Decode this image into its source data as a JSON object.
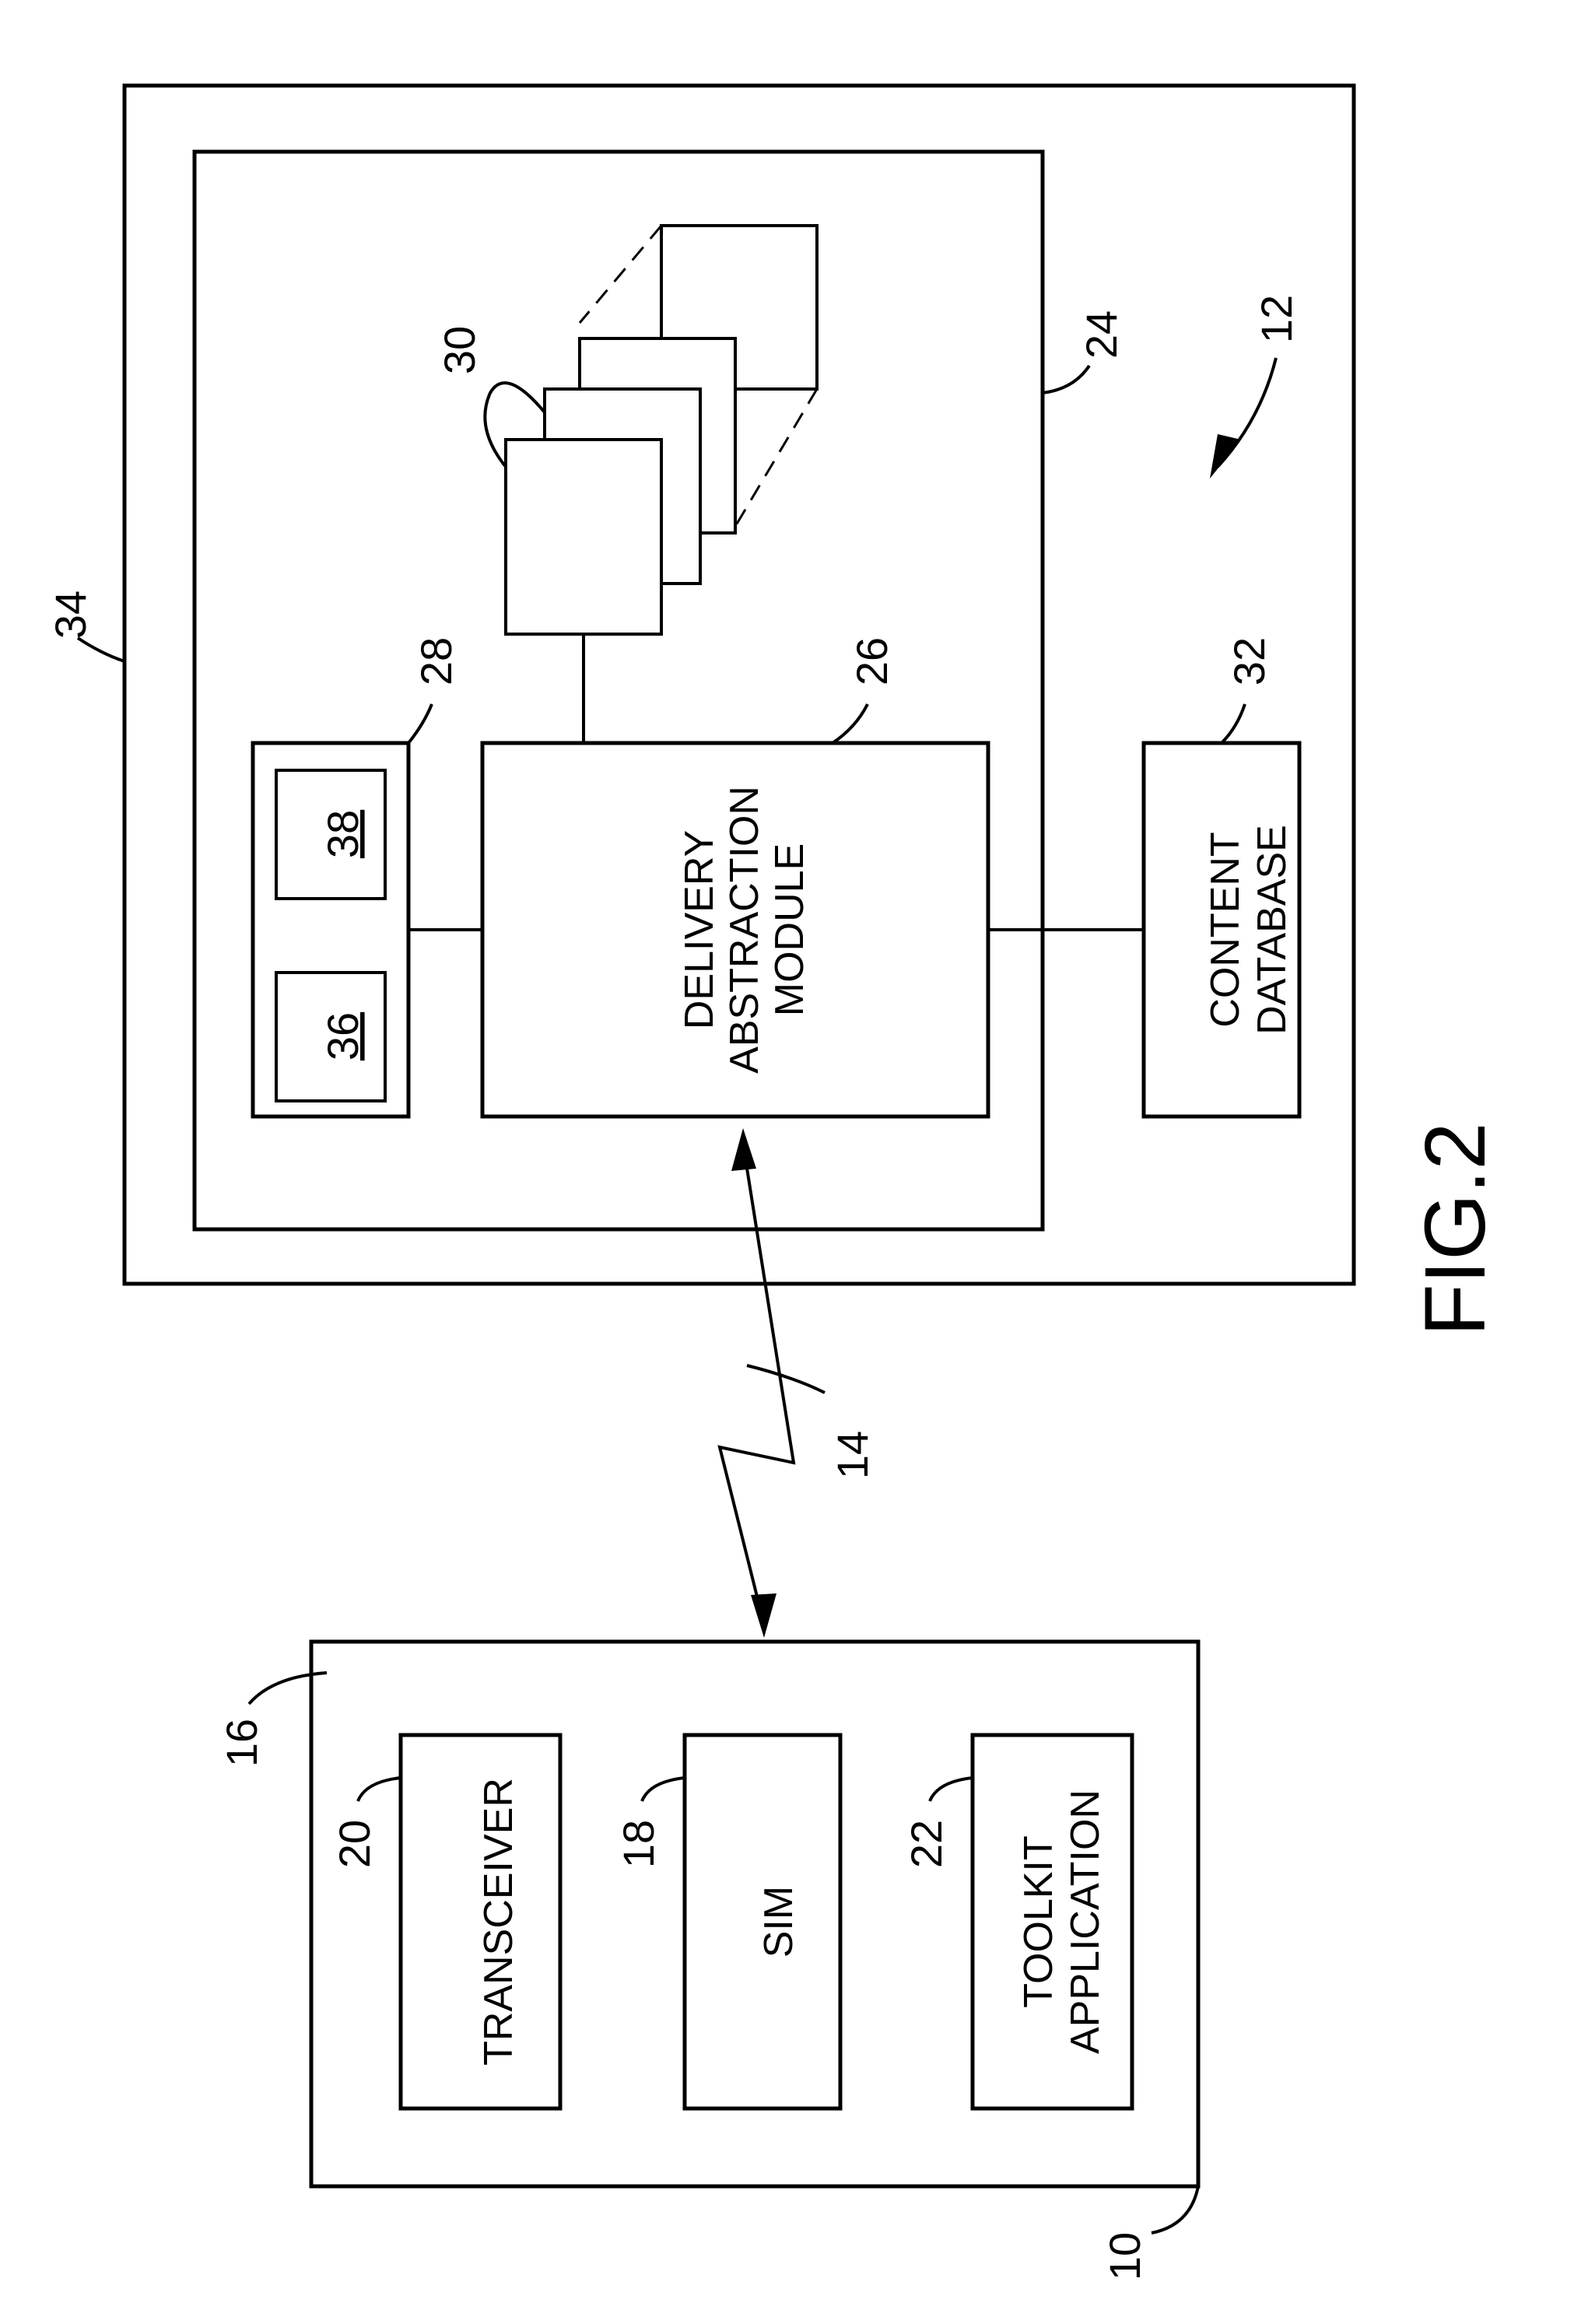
{
  "figure": {
    "caption": "FIG.2"
  },
  "blocks": {
    "transceiver": "TRANSCEIVER",
    "sim": "SIM",
    "toolkit_line1": "TOOLKIT",
    "toolkit_line2": "APPLICATION",
    "dam_line1": "DELIVERY",
    "dam_line2": "ABSTRACTION",
    "dam_line3": "MODULE",
    "content_line1": "CONTENT",
    "content_line2": "DATABASE"
  },
  "refs": {
    "mobile_device": "10",
    "server_system": "12",
    "wireless_link": "14",
    "device_housing": "16",
    "sim_ref": "18",
    "transceiver_ref": "20",
    "toolkit_ref": "22",
    "server": "24",
    "dam_ref": "26",
    "module_28": "28",
    "stack_30": "30",
    "content_db_ref": "32",
    "outer_34": "34",
    "sub_36": "36",
    "sub_38": "38"
  }
}
